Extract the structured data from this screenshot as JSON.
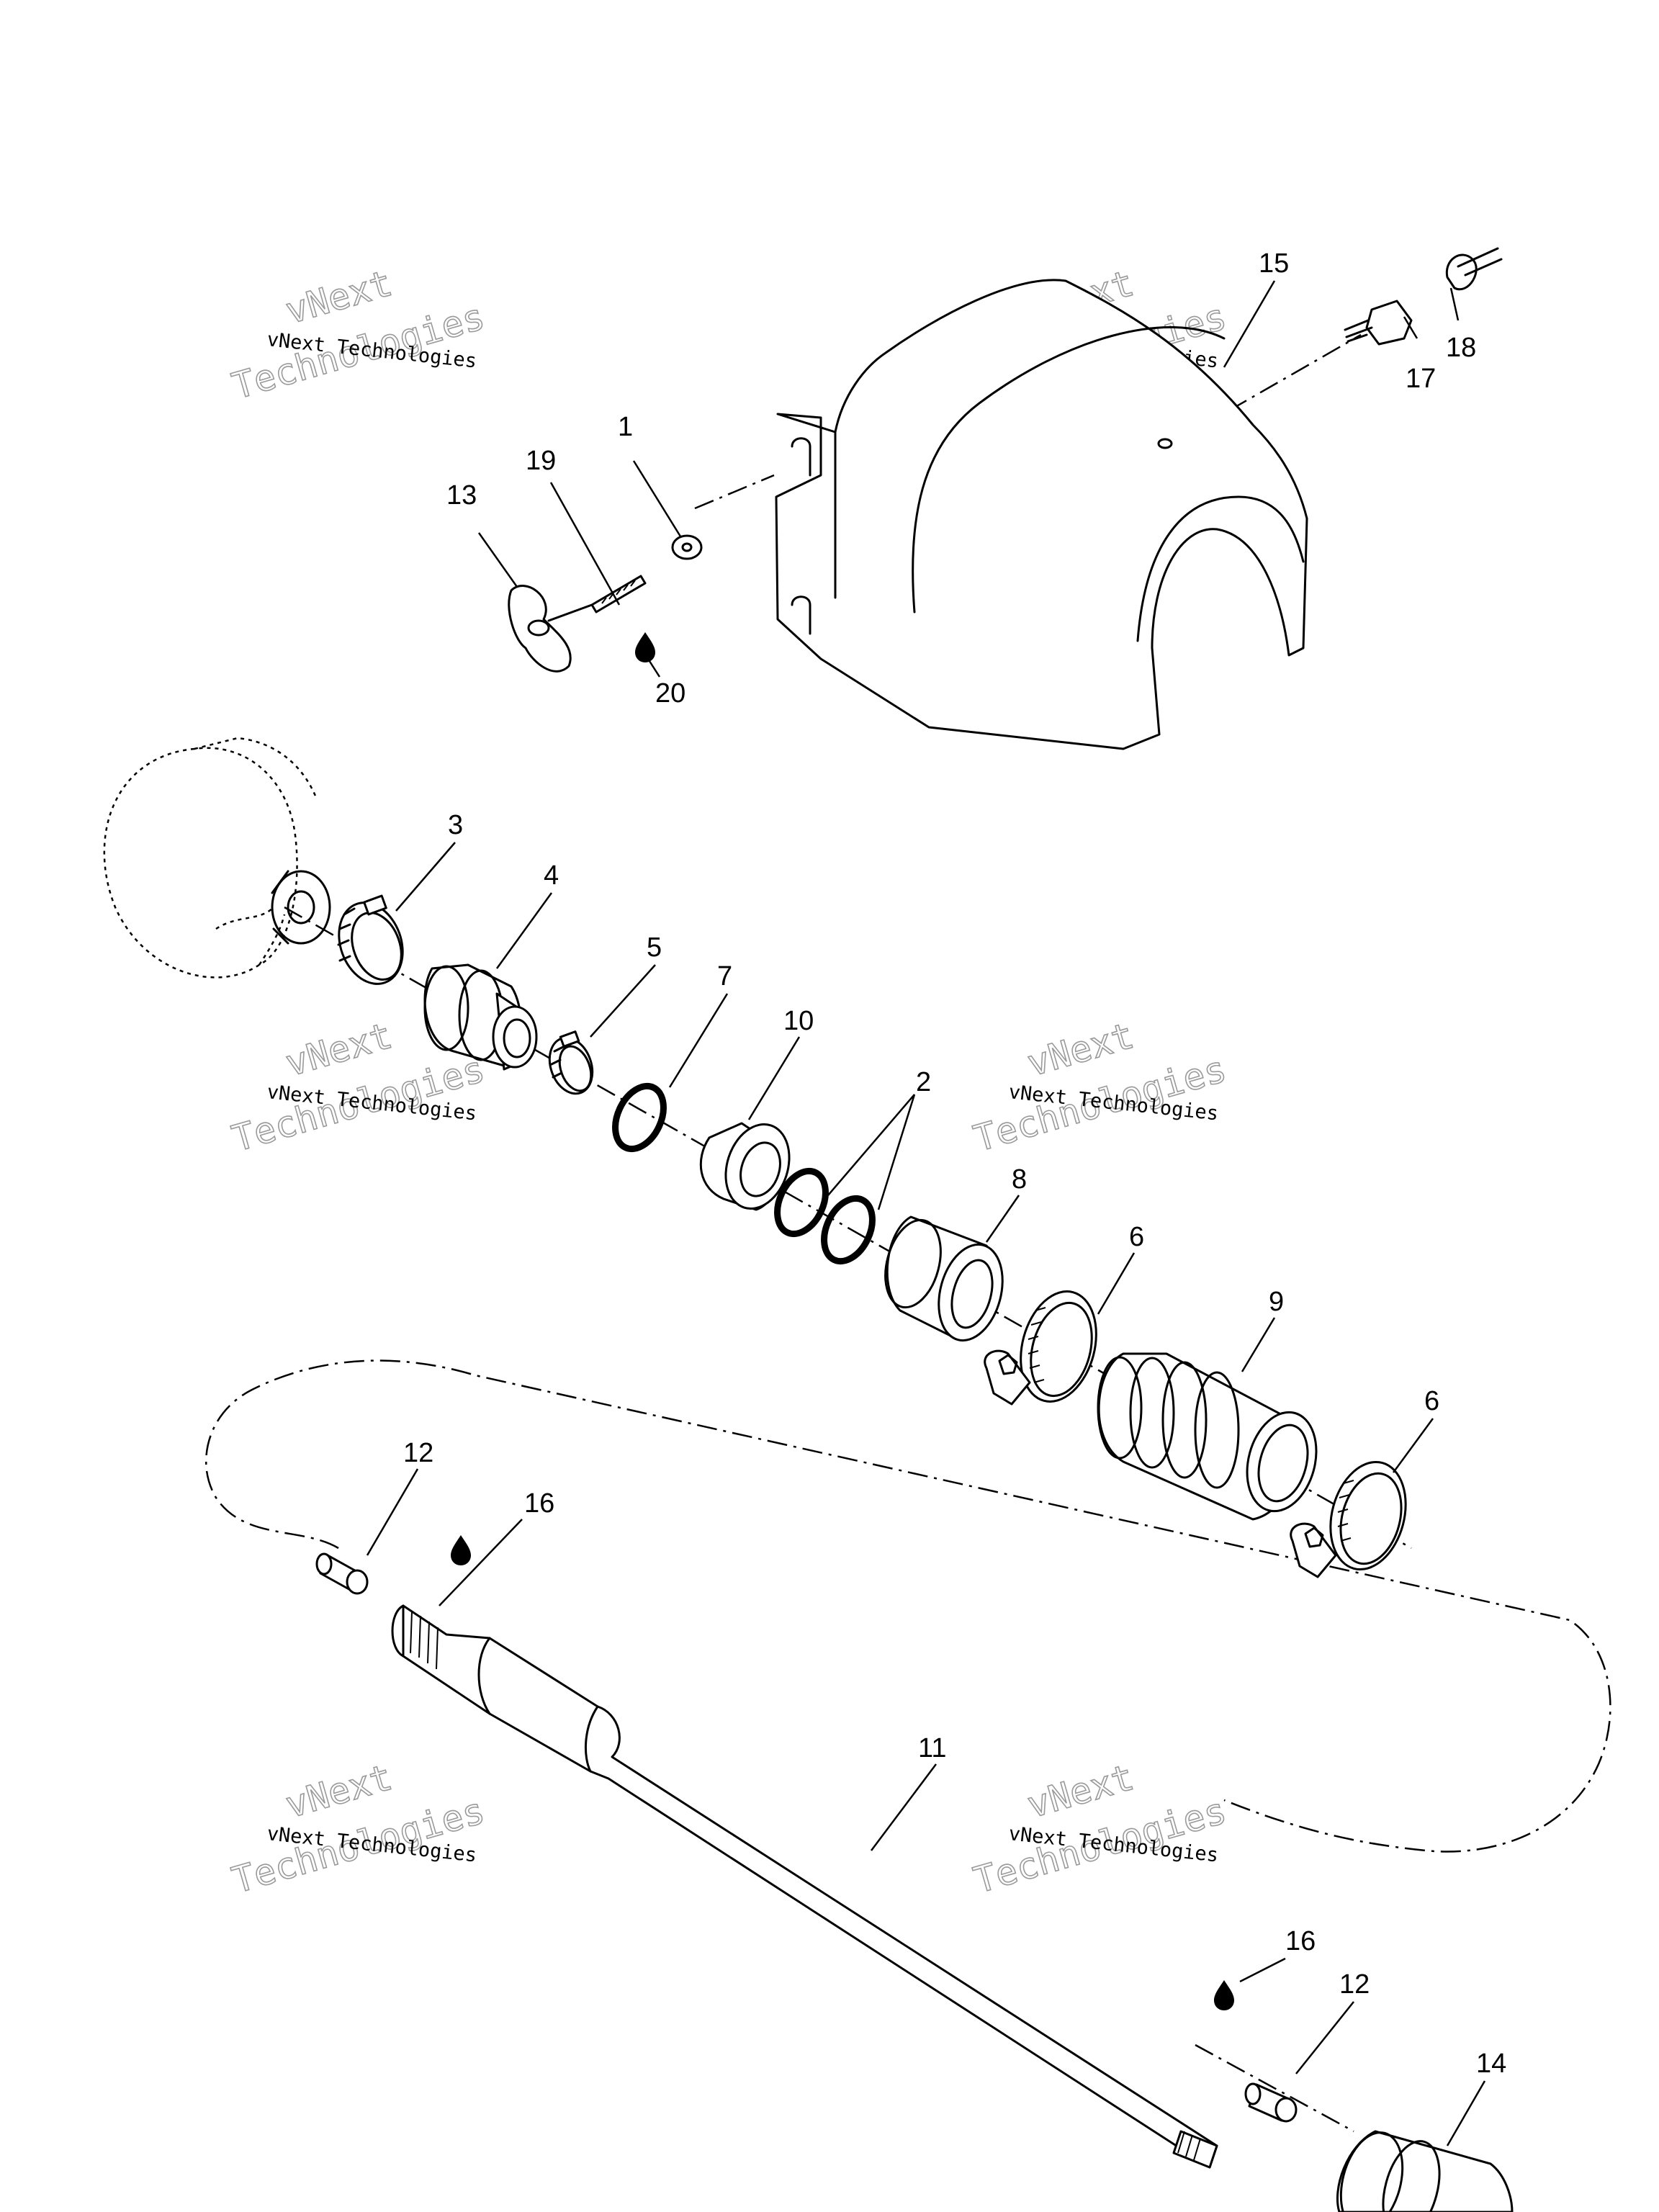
{
  "callouts": {
    "c1": "1",
    "c2": "2",
    "c3": "3",
    "c4": "4",
    "c5": "5",
    "c6a": "6",
    "c6b": "6",
    "c7": "7",
    "c8": "8",
    "c9": "9",
    "c10": "10",
    "c11": "11",
    "c12a": "12",
    "c12b": "12",
    "c13": "13",
    "c14": "14",
    "c15": "15",
    "c16a": "16",
    "c16b": "16",
    "c17": "17",
    "c18": "18",
    "c19": "19",
    "c20": "20"
  },
  "watermark": {
    "line_small": "vNext Technologies",
    "big_top": "vNext",
    "big_bottom": "Technologies"
  }
}
